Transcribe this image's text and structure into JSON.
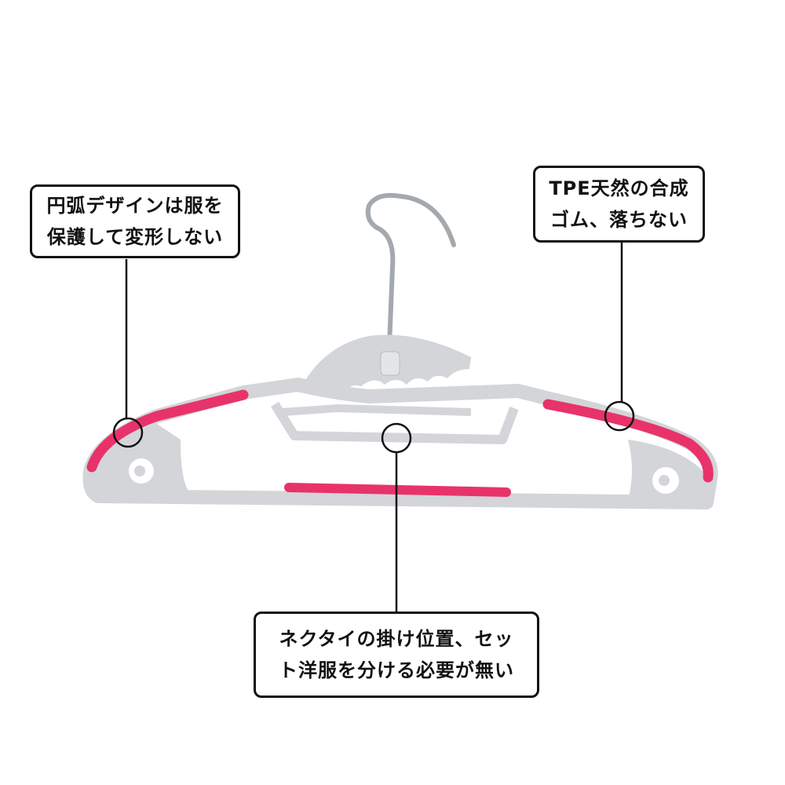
{
  "callouts": {
    "arc_design": {
      "line1": "円弧デザインは服を",
      "line2": "保護して変形しない"
    },
    "tpe_rubber": {
      "line1": "TPE天然の合成",
      "line2": "ゴム、落ちない"
    },
    "tie_position": {
      "line1": "ネクタイの掛け位置、セッ",
      "line2": "ト洋服を分ける必要が無い"
    }
  },
  "colors": {
    "hanger_body": "#d3d5d8",
    "rubber_grip": "#e8336a",
    "hook": "#9aa0a6",
    "outline": "#111111"
  }
}
